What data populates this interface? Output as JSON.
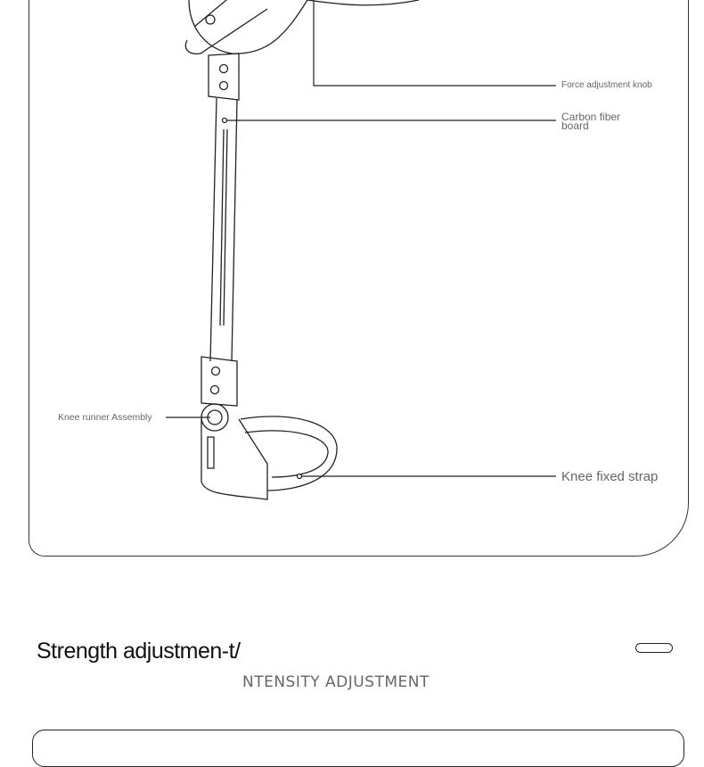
{
  "diagram": {
    "labels": {
      "force_knob": "Force adjustment knob",
      "carbon_board": "Carbon fiber board",
      "knee_runner": "Knee runner Assembly",
      "knee_strap": "Knee fixed strap"
    }
  },
  "section": {
    "title": "Strength adjustmen-t/",
    "subtitle": "NTENSITY ADJUSTMENT"
  }
}
